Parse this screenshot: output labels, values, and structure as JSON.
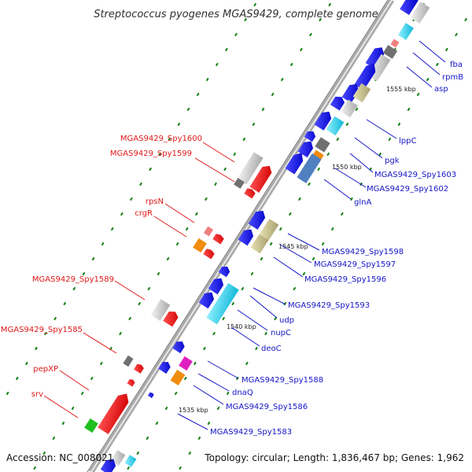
{
  "title": "Streptococcus pyogenes MGAS9429, complete genome",
  "footer": {
    "accession": "Accession: NC_008021",
    "topology": "Topology: circular; Length: 1,836,467 bp; Genes: 1,962"
  },
  "ticks": {
    "t1555": "1555 kbp",
    "t1550": "1550 kbp",
    "t1545": "1545 kbp",
    "t1540": "1540 kbp",
    "t1535": "1535 kbp"
  },
  "labels_left": {
    "spy1600": "MGAS9429_Spy1600",
    "spy1599": "MGAS9429_Spy1599",
    "rpsN": "rpsN",
    "crgR": "crgR",
    "spy1589": "MGAS9429_Spy1589",
    "spy1585": "MGAS9429_Spy1585",
    "pepXP": "pepXP",
    "srv": "srv"
  },
  "labels_right": {
    "fba": "fba",
    "rpmB": "rpmB",
    "asp": "asp",
    "lppC": "lppC",
    "pgk": "pgk",
    "spy1603": "MGAS9429_Spy1603",
    "spy1602": "MGAS9429_Spy1602",
    "glnA": "glnA",
    "spy1598": "MGAS9429_Spy1598",
    "spy1597": "MGAS9429_Spy1597",
    "spy1596": "MGAS9429_Spy1596",
    "spy1593": "MGAS9429_Spy1593",
    "udp": "udp",
    "nupC": "nupC",
    "deoC": "deoC",
    "spy1588": "MGAS9429_Spy1588",
    "dnaQ": "dnaQ",
    "spy1586": "MGAS9429_Spy1586",
    "spy1583": "MGAS9429_Spy1583"
  },
  "colors": {
    "forward_gene": "#1010e8",
    "reverse_gene": "#ee1010",
    "rna_gene": "#a0a0a0",
    "cyan_gene": "#20d0e8",
    "olive_gene": "#c8c088",
    "orange_gene": "#f08c10",
    "magenta_gene": "#e020c0",
    "green_gene": "#20c020",
    "backbone": "#808080",
    "dots": "#108010"
  }
}
